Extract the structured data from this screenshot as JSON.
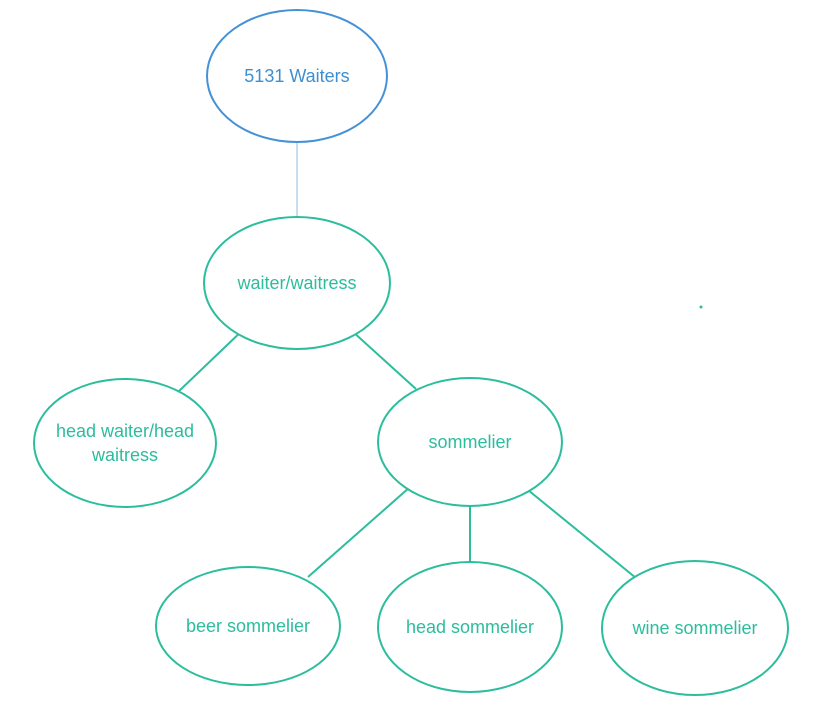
{
  "colors": {
    "root_node_stroke": "#4591d7",
    "root_node_text": "#3e8fd2",
    "branch_node_stroke": "#2cbd9d",
    "branch_node_text": "#2cbd9d",
    "root_link": "#b5d2ec",
    "branch_link": "#2cbd9d",
    "background": "#ffffff"
  },
  "tree": {
    "type": "hierarchy-tree",
    "root": {
      "label": "5131 Waiters",
      "children": [
        {
          "label": "waiter/waitress",
          "children": [
            {
              "label": "head waiter/head waitress",
              "children": []
            },
            {
              "label": "sommelier",
              "children": [
                {
                  "label": "beer sommelier"
                },
                {
                  "label": "head sommelier"
                },
                {
                  "label": "wine sommelier"
                }
              ]
            }
          ]
        }
      ]
    }
  }
}
